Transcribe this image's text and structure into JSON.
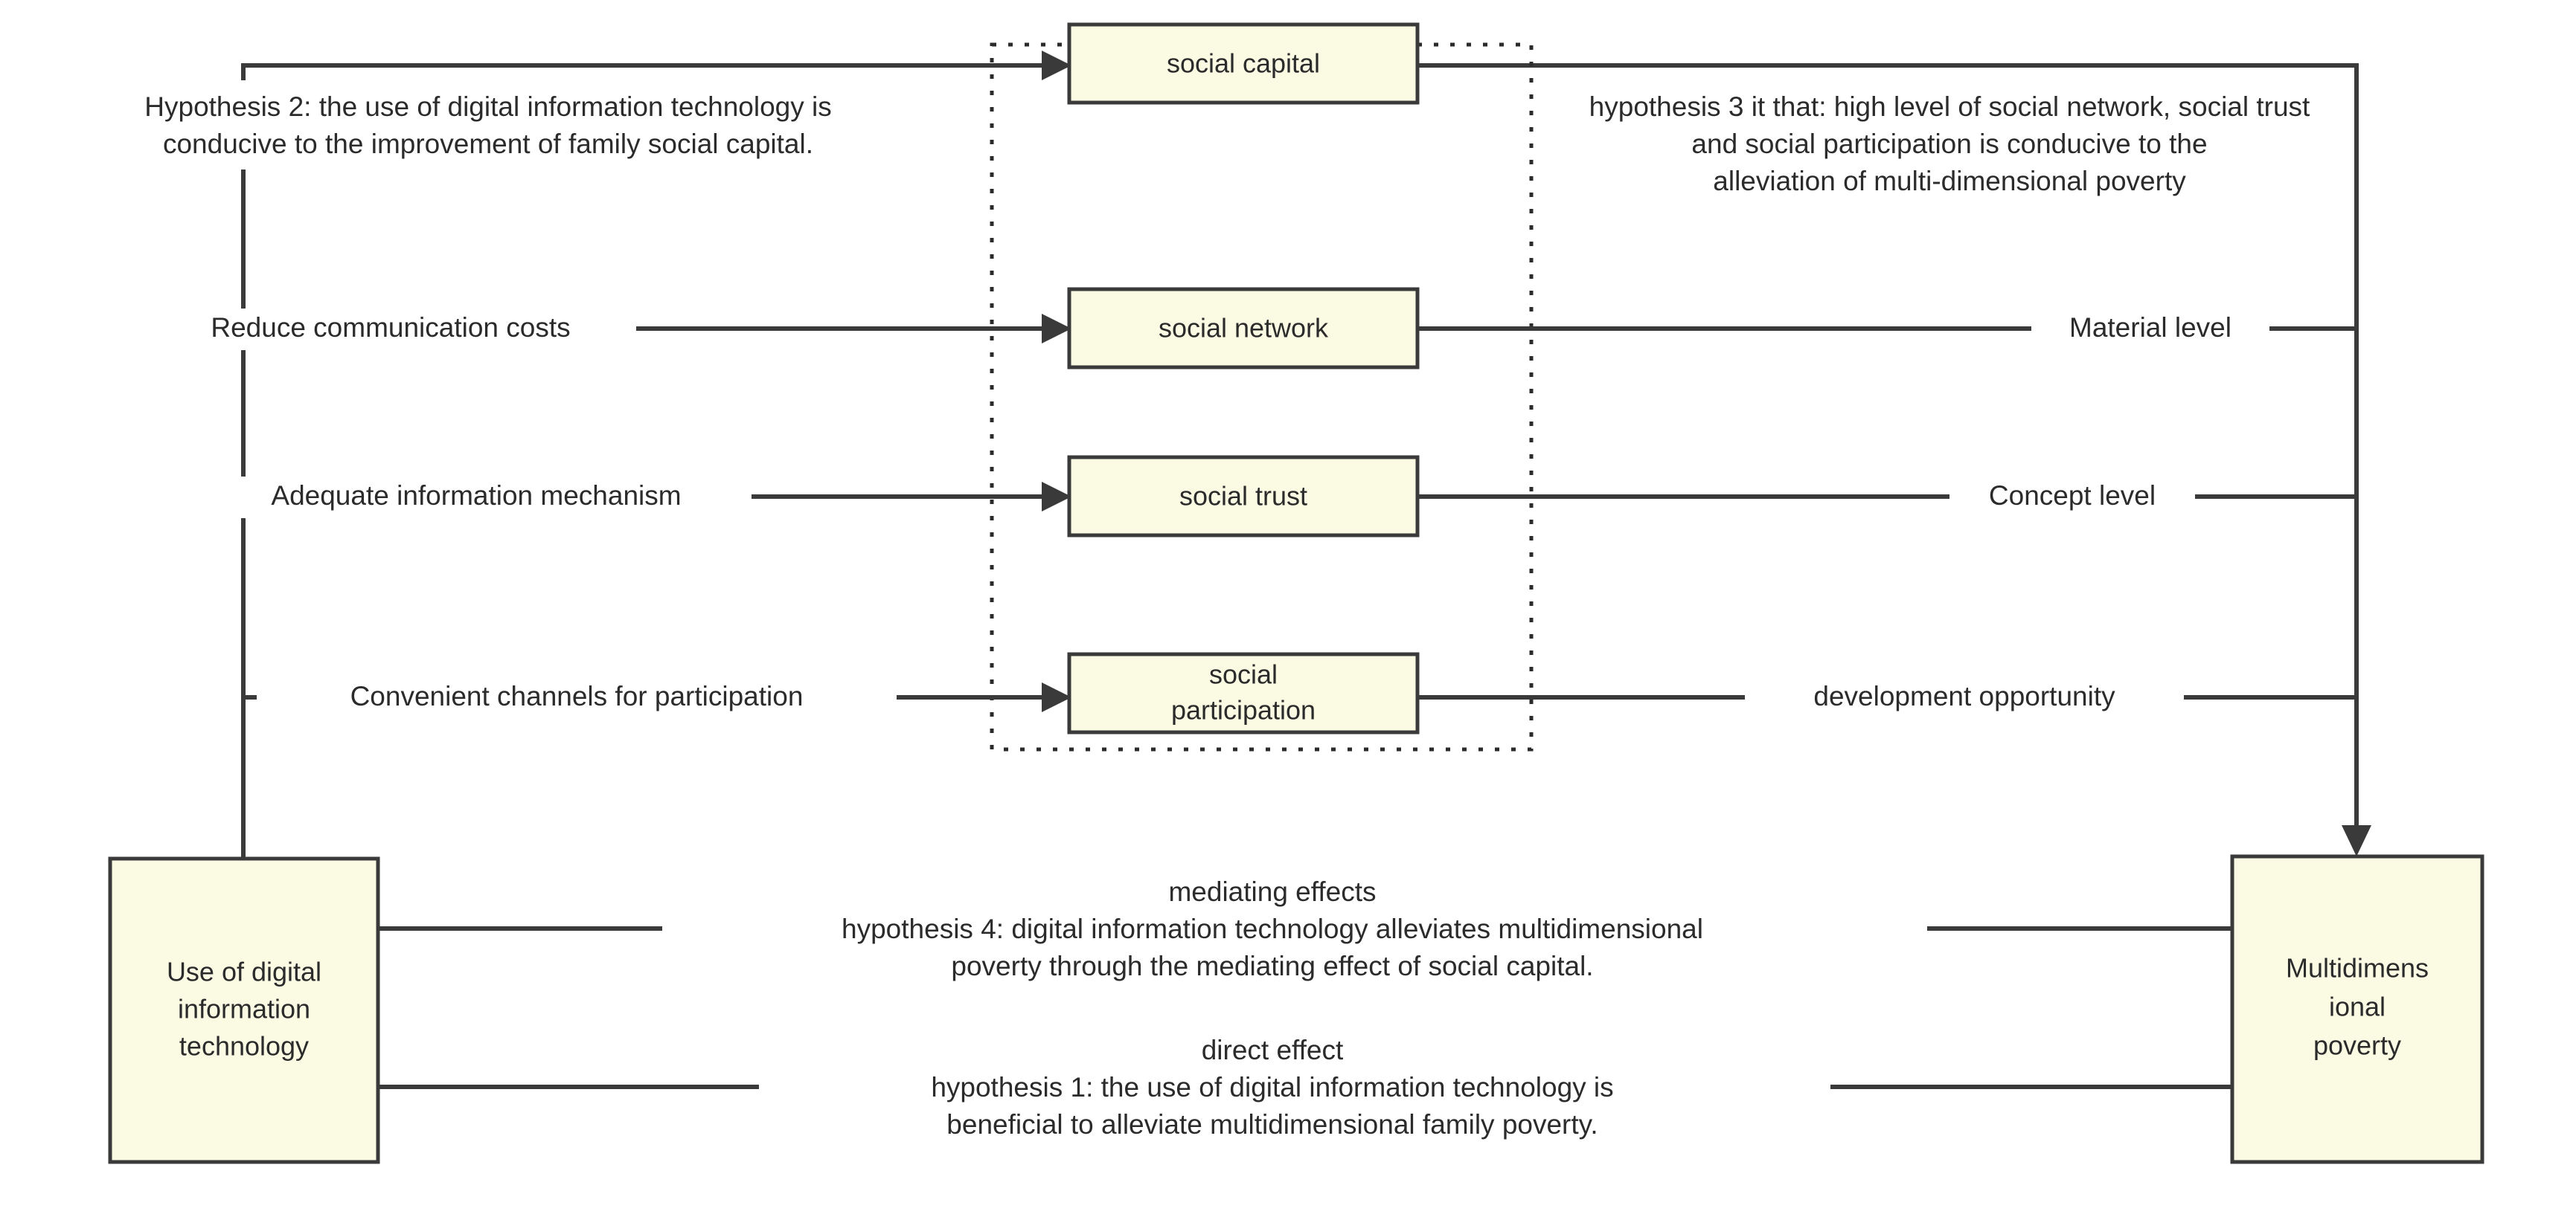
{
  "diagram": {
    "title": "Research framework: digital information technology, social capital and multidimensional poverty",
    "colors": {
      "node_fill": "#fbfbe4",
      "node_stroke": "#3a3a3a",
      "edge": "#3a3a3a",
      "text": "#2b2b2b",
      "background": "#ffffff"
    }
  },
  "nodes": {
    "source": {
      "id": "use-of-digital-information-technology",
      "lines": [
        "Use of digital",
        "information",
        "technology"
      ]
    },
    "target": {
      "id": "multidimensional-poverty",
      "lines": [
        "Multidimens",
        "ional",
        "poverty"
      ]
    },
    "mediators": [
      {
        "id": "social-capital",
        "lines": [
          "social capital"
        ]
      },
      {
        "id": "social-network",
        "lines": [
          "social network"
        ]
      },
      {
        "id": "social-trust",
        "lines": [
          "social trust"
        ]
      },
      {
        "id": "social-participation",
        "lines": [
          "social",
          "participation"
        ]
      }
    ]
  },
  "left_mechanism_labels": [
    {
      "id": "reduce-communication-costs",
      "text": "Reduce communication costs"
    },
    {
      "id": "adequate-information-mechanism",
      "text": "Adequate information mechanism"
    },
    {
      "id": "convenient-channels-for-participation",
      "text": "Convenient channels for participation"
    }
  ],
  "right_dimension_labels": [
    {
      "id": "material-level",
      "text": "Material level"
    },
    {
      "id": "concept-level",
      "text": "Concept level"
    },
    {
      "id": "development-opportunity",
      "text": "development opportunity"
    }
  ],
  "notes": {
    "hypothesis2": {
      "id": "hypothesis-2-note",
      "lines": [
        "Hypothesis 2: the use of digital information technology is",
        "conducive to the improvement of family social capital."
      ]
    },
    "hypothesis3": {
      "id": "hypothesis-3-note",
      "lines": [
        "hypothesis 3 it that: high level of social network, social trust",
        "and social participation is conducive to the",
        "alleviation of multi-dimensional poverty"
      ]
    }
  },
  "bottom_edges": {
    "mediating": {
      "id": "hypothesis-4-edge",
      "lines": [
        "mediating effects",
        "hypothesis 4: digital information technology alleviates multidimensional",
        "poverty through the mediating effect of social capital."
      ]
    },
    "direct": {
      "id": "hypothesis-1-edge",
      "lines": [
        "direct effect",
        "hypothesis 1: the use of digital information technology is",
        "beneficial to alleviate multidimensional family poverty."
      ]
    }
  }
}
